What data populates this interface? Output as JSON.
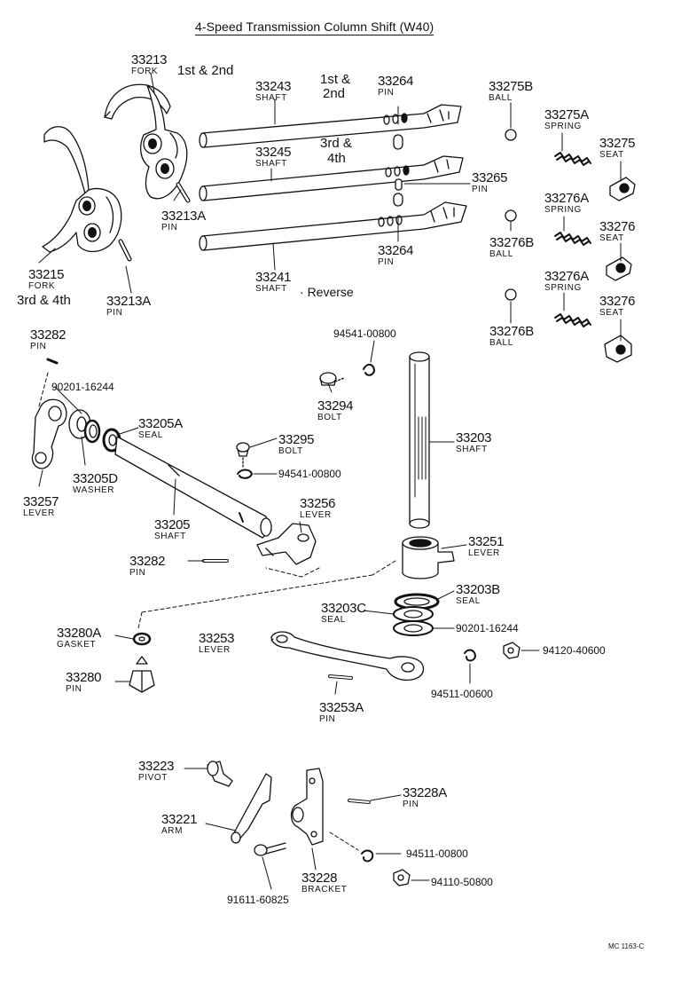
{
  "title": "4-Speed Transmission Column Shift (W40)",
  "reference": "MC 1163-C",
  "parts": [
    {
      "id": "p33213",
      "number": "33213",
      "name": "FORK"
    },
    {
      "id": "p33213a1",
      "number": "33213A",
      "name": "PIN"
    },
    {
      "id": "p33215",
      "number": "33215",
      "name": "FORK"
    },
    {
      "id": "p33213a2",
      "number": "33213A",
      "name": "PIN"
    },
    {
      "id": "p33243",
      "number": "33243",
      "name": "SHAFT"
    },
    {
      "id": "p33245",
      "number": "33245",
      "name": "SHAFT"
    },
    {
      "id": "p33241",
      "number": "33241",
      "name": "SHAFT"
    },
    {
      "id": "p33264a",
      "number": "33264",
      "name": "PIN"
    },
    {
      "id": "p33265",
      "number": "33265",
      "name": "PIN"
    },
    {
      "id": "p33264b",
      "number": "33264",
      "name": "PIN"
    },
    {
      "id": "p33275b",
      "number": "33275B",
      "name": "BALL"
    },
    {
      "id": "p33275a",
      "number": "33275A",
      "name": "SPRING"
    },
    {
      "id": "p33275",
      "number": "33275",
      "name": "SEAT"
    },
    {
      "id": "p33276a1",
      "number": "33276A",
      "name": "SPRING"
    },
    {
      "id": "p33276s1",
      "number": "33276",
      "name": "SEAT"
    },
    {
      "id": "p33276b1",
      "number": "33276B",
      "name": "BALL"
    },
    {
      "id": "p33276a2",
      "number": "33276A",
      "name": "SPRING"
    },
    {
      "id": "p33276s2",
      "number": "33276",
      "name": "SEAT"
    },
    {
      "id": "p33276b2",
      "number": "33276B",
      "name": "BALL"
    },
    {
      "id": "p33282a",
      "number": "33282",
      "name": "PIN"
    },
    {
      "id": "p90201a",
      "number": "90201-16244",
      "name": ""
    },
    {
      "id": "p33205a",
      "number": "33205A",
      "name": "SEAL"
    },
    {
      "id": "p33257",
      "number": "33257",
      "name": "LEVER"
    },
    {
      "id": "p33205d",
      "number": "33205D",
      "name": "WASHER"
    },
    {
      "id": "p33205",
      "number": "33205",
      "name": "SHAFT"
    },
    {
      "id": "p94541a",
      "number": "94541-00800",
      "name": ""
    },
    {
      "id": "p33294",
      "number": "33294",
      "name": "BOLT"
    },
    {
      "id": "p33295",
      "number": "33295",
      "name": "BOLT"
    },
    {
      "id": "p94541b",
      "number": "94541-00800",
      "name": ""
    },
    {
      "id": "p33203",
      "number": "33203",
      "name": "SHAFT"
    },
    {
      "id": "p33256",
      "number": "33256",
      "name": "LEVER"
    },
    {
      "id": "p33282b",
      "number": "33282",
      "name": "PIN"
    },
    {
      "id": "p33251",
      "number": "33251",
      "name": "LEVER"
    },
    {
      "id": "p33203b",
      "number": "33203B",
      "name": "SEAL"
    },
    {
      "id": "p33203c",
      "number": "33203C",
      "name": "SEAL"
    },
    {
      "id": "p90201b",
      "number": "90201-16244",
      "name": ""
    },
    {
      "id": "p33280a",
      "number": "33280A",
      "name": "GASKET"
    },
    {
      "id": "p33253",
      "number": "33253",
      "name": "LEVER"
    },
    {
      "id": "p94120",
      "number": "94120-40600",
      "name": ""
    },
    {
      "id": "p33280",
      "number": "33280",
      "name": "PIN"
    },
    {
      "id": "p94511a",
      "number": "94511-00600",
      "name": ""
    },
    {
      "id": "p33253a",
      "number": "33253A",
      "name": "PIN"
    },
    {
      "id": "p33223",
      "number": "33223",
      "name": "PIVOT"
    },
    {
      "id": "p33228a",
      "number": "33228A",
      "name": "PIN"
    },
    {
      "id": "p33221",
      "number": "33221",
      "name": "ARM"
    },
    {
      "id": "p94511b",
      "number": "94511-00800",
      "name": ""
    },
    {
      "id": "p33228",
      "number": "33228",
      "name": "BRACKET"
    },
    {
      "id": "p94110",
      "number": "94110-50800",
      "name": ""
    },
    {
      "id": "p91611",
      "number": "91611-60825",
      "name": ""
    }
  ],
  "gear_notes": [
    {
      "id": "g12a",
      "text": "1st & 2nd"
    },
    {
      "id": "g12b",
      "text": "1st &"
    },
    {
      "id": "g12c",
      "text": "2nd"
    },
    {
      "id": "g34a",
      "text": "3rd &"
    },
    {
      "id": "g34b",
      "text": "4th"
    },
    {
      "id": "g34c",
      "text": "3rd & 4th"
    },
    {
      "id": "grev",
      "text": "Reverse"
    }
  ]
}
